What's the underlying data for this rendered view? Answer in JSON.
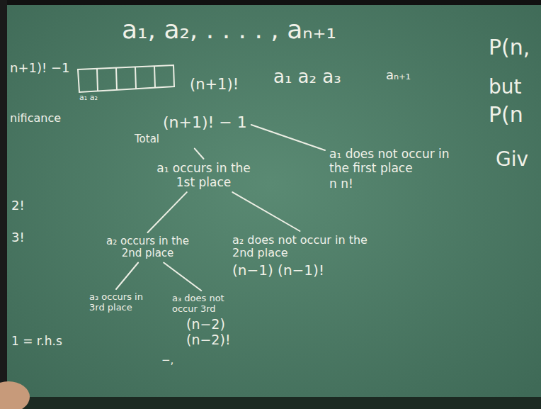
{
  "diagram": {
    "nodes": [
      {
        "text": [
          "(n+1)! − 1",
          "Total"
        ]
      },
      {
        "text": [
          "a₁ occurs in the 1st place"
        ]
      },
      {
        "text": [
          "a₁ does not occur in the first place",
          "n n!"
        ]
      },
      {
        "text": [
          "a₂ occurs in the 2nd place"
        ]
      },
      {
        "text": [
          "a₂ does not occur in the 2nd place",
          "(n−1) (n−1)!"
        ]
      },
      {
        "text": [
          "a₃ occurs in 3rd place"
        ]
      },
      {
        "text": [
          "a₃ does not occur 3rd",
          "(n−2)(n−2)!"
        ]
      }
    ],
    "edges": [
      {
        "from": 0,
        "to": 1,
        "arrow": "none"
      },
      {
        "from": 0,
        "to": 2,
        "arrow": "none"
      },
      {
        "from": 1,
        "to": 3,
        "arrow": "none"
      },
      {
        "from": 1,
        "to": 4,
        "arrow": "none"
      },
      {
        "from": 3,
        "to": 5,
        "arrow": "none"
      },
      {
        "from": 3,
        "to": 6,
        "arrow": "none"
      }
    ],
    "labels": [
      "a₁, a₂, . . . . , aₙ₊₁",
      "n+1)! −1",
      "nificance",
      "a₁ a₂",
      "(n+1)!",
      "a₁ a₂ a₃",
      "aₙ₊₁",
      "P(n,",
      "but",
      "P(n",
      "Giv",
      "2!",
      "3!",
      "1 = r.h.s",
      "−,"
    ]
  }
}
